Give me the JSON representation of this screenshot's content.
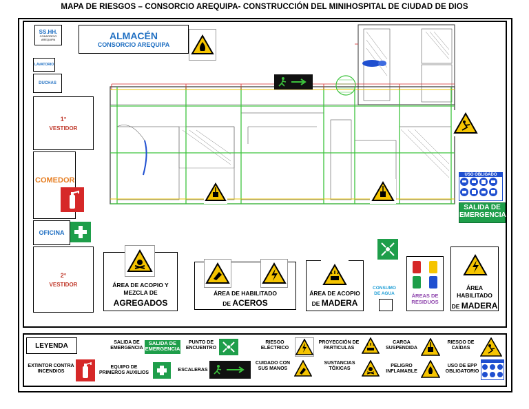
{
  "title": "MAPA DE RIESGOS – CONSORCIO AREQUIPA- CONSTRUCCIÓN DEL MINIHOSPITAL DE CIUDAD DE DIOS",
  "rooms": {
    "sshh": "SS.HH.",
    "sshh_sub": "CONSORCIO AREQUIPA",
    "almacen": "ALMACÉN",
    "almacen_sub": "CONSORCIO AREQUIPA",
    "lavatorio": "LAVATORIO",
    "duchas": "DUCHAS",
    "vestidor1": "1°",
    "vestidor1_label": "VESTIDOR",
    "comedor": "COMEDOR",
    "oficina": "OFICINA",
    "vestidor2": "2°",
    "vestidor2_label": "VESTIDOR"
  },
  "areas": {
    "agregados_line1": "ÁREA DE ACOPIO Y",
    "agregados_line2": "MEZCLA DE",
    "agregados_big": "AGREGADOS",
    "aceros_line1": "ÁREA DE HABILITADO",
    "aceros_prefix": "DE",
    "aceros_big": "ACEROS",
    "madera_line1": "ÁREA DE ACOPIO",
    "madera_prefix": "DE",
    "madera_big": "MADERA",
    "consumo": "CONSUMO DE AGUA",
    "residuos": "ÁREAS DE RESIDUOS",
    "madera2_line1": "ÁREA HABILITADO",
    "madera2_prefix": "DE",
    "madera2_big": "MADERA"
  },
  "signs": {
    "salida_line1": "SALIDA DE",
    "salida_line2": "EMERGENCIA",
    "uso_obligado": "USO OBLIGADO"
  },
  "legend": {
    "title": "LEYENDA",
    "items": [
      {
        "label": "SALIDA DE EMERGENCIA"
      },
      {
        "label": "PUNTO DE ENCUENTRO"
      },
      {
        "label": "RIESGO ELÉCTRICO"
      },
      {
        "label": "PROYECCIÓN DE PARTICULAS"
      },
      {
        "label": "CARGA SUSPENDIDA"
      },
      {
        "label": "RIESGO DE CAÍDAS"
      },
      {
        "label": "EXTINTOR CONTRA INCENDIOS"
      },
      {
        "label": "EQUIPO DE PRIMEROS AUXILIOS"
      },
      {
        "label": "ESCALERAS"
      },
      {
        "label": "CUIDADO CON SUS MANOS"
      },
      {
        "label": "SUSTANCIAS TÓXICAS"
      },
      {
        "label": "PELIGRO INFLAMABLE"
      },
      {
        "label": "USO DE EPP OBLIGATORIO"
      }
    ]
  },
  "colors": {
    "warning_yellow": "#f5c400",
    "safety_green": "#1e9e4a",
    "fire_red": "#d62828",
    "label_blue": "#1f6fc2",
    "label_red": "#c0392b"
  }
}
